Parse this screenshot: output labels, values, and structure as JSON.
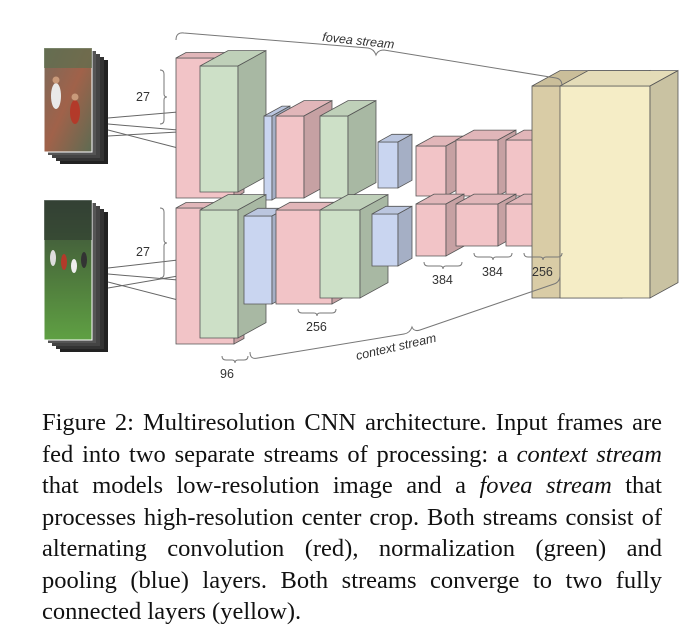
{
  "figure": {
    "labels": {
      "fovea_stream": "fovea stream",
      "context_stream": "context stream",
      "input_size_top": "27",
      "input_size_bottom": "27",
      "filters_96": "96",
      "filters_256_context": "256",
      "filters_384_a": "384",
      "filters_384_b": "384",
      "filters_256_fc": "256"
    },
    "colors": {
      "conv": "#f2c4c7",
      "norm": "#cde0c7",
      "pool": "#c9d5f0",
      "fc": "#d9cca6",
      "fc_light": "#f5edc6"
    }
  },
  "caption": {
    "fig_label": "Figure 2:",
    "part1": " Multiresolution CNN architecture. Input frames are fed into two separate streams of processing: a ",
    "context_term": "context stream",
    "part2": " that models low-resolution image and a ",
    "fovea_term": "fovea stream",
    "part3": " that processes high-resolution center crop. Both streams consist of alternating convolution (red), normalization (green) and pooling (blue) layers. Both streams converge to two fully connected layers (yellow)."
  }
}
